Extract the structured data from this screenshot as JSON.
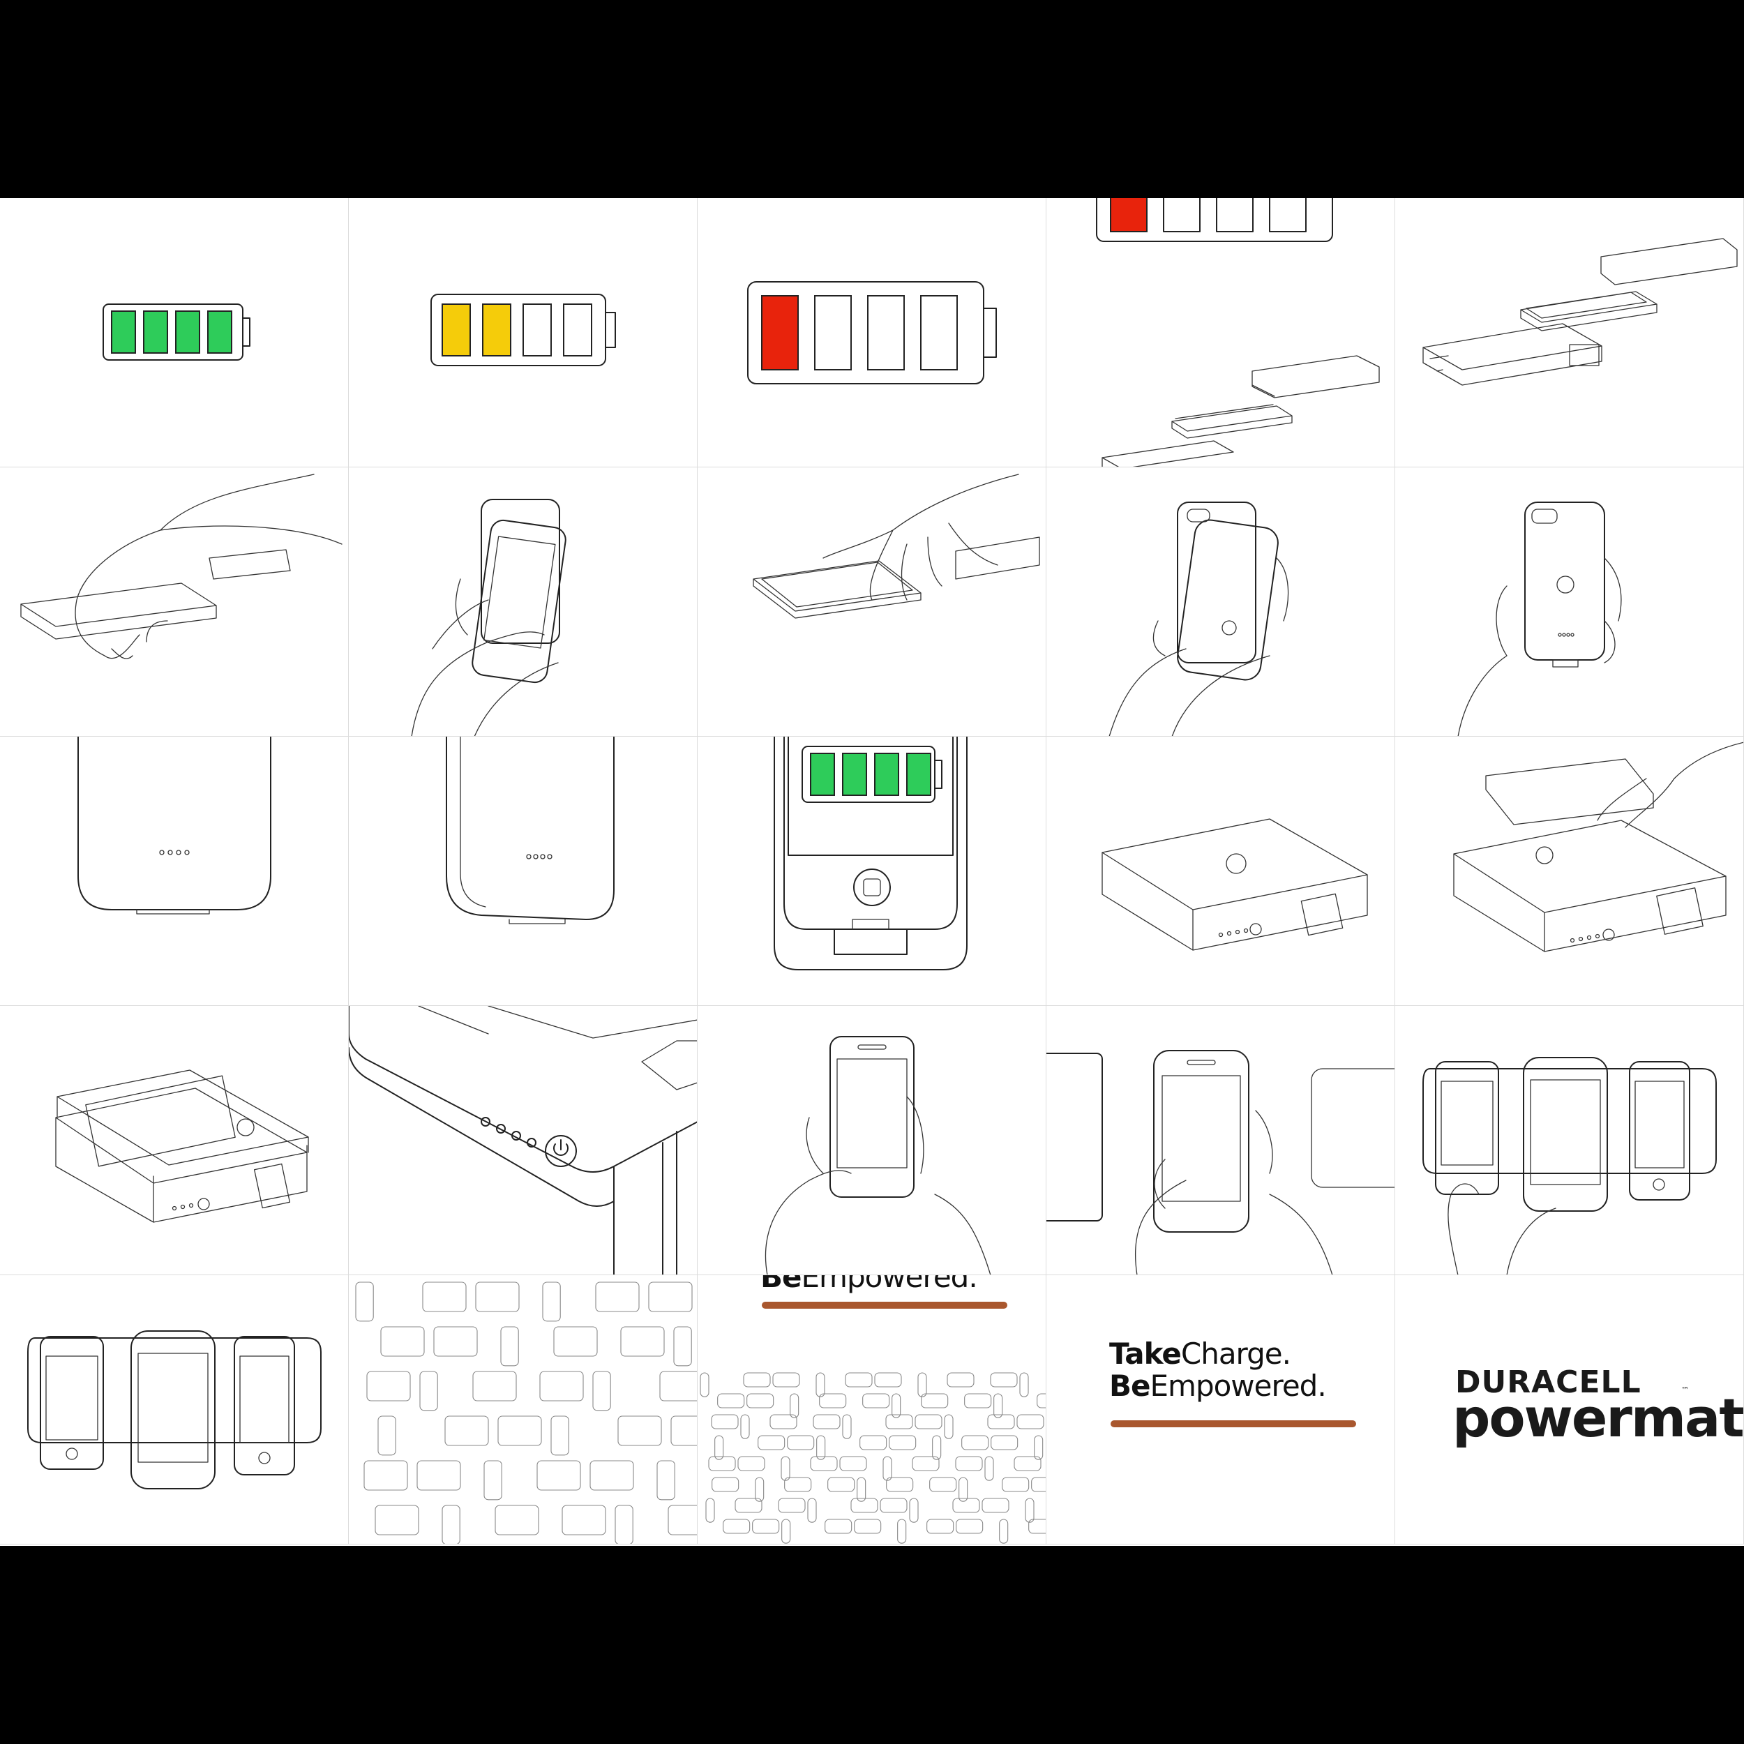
{
  "colors": {
    "background": "#000000",
    "sheet": "#ffffff",
    "battery_green": "#2ecc5a",
    "battery_yellow": "#f5cc0a",
    "battery_red": "#e8230c",
    "accent_bar": "#a9572e",
    "ink": "#222222"
  },
  "panels": {
    "battery_full": {
      "icon": "battery-full-icon",
      "level": 4,
      "segments": 4
    },
    "battery_half": {
      "icon": "battery-half-icon",
      "level": 2,
      "segments": 4
    },
    "battery_low": {
      "icon": "battery-low-icon",
      "level": 1,
      "segments": 4
    },
    "screen_battery": {
      "icon": "battery-full-icon",
      "level": 4,
      "segments": 4
    }
  },
  "tagline": {
    "take": "Take",
    "charge": "Charge.",
    "be": "Be",
    "empowered": "Empowered.",
    "empowered_cropped": "Empowered."
  },
  "logo": {
    "brand": "DURACELL",
    "product": "powermat",
    "trademark": "™"
  }
}
